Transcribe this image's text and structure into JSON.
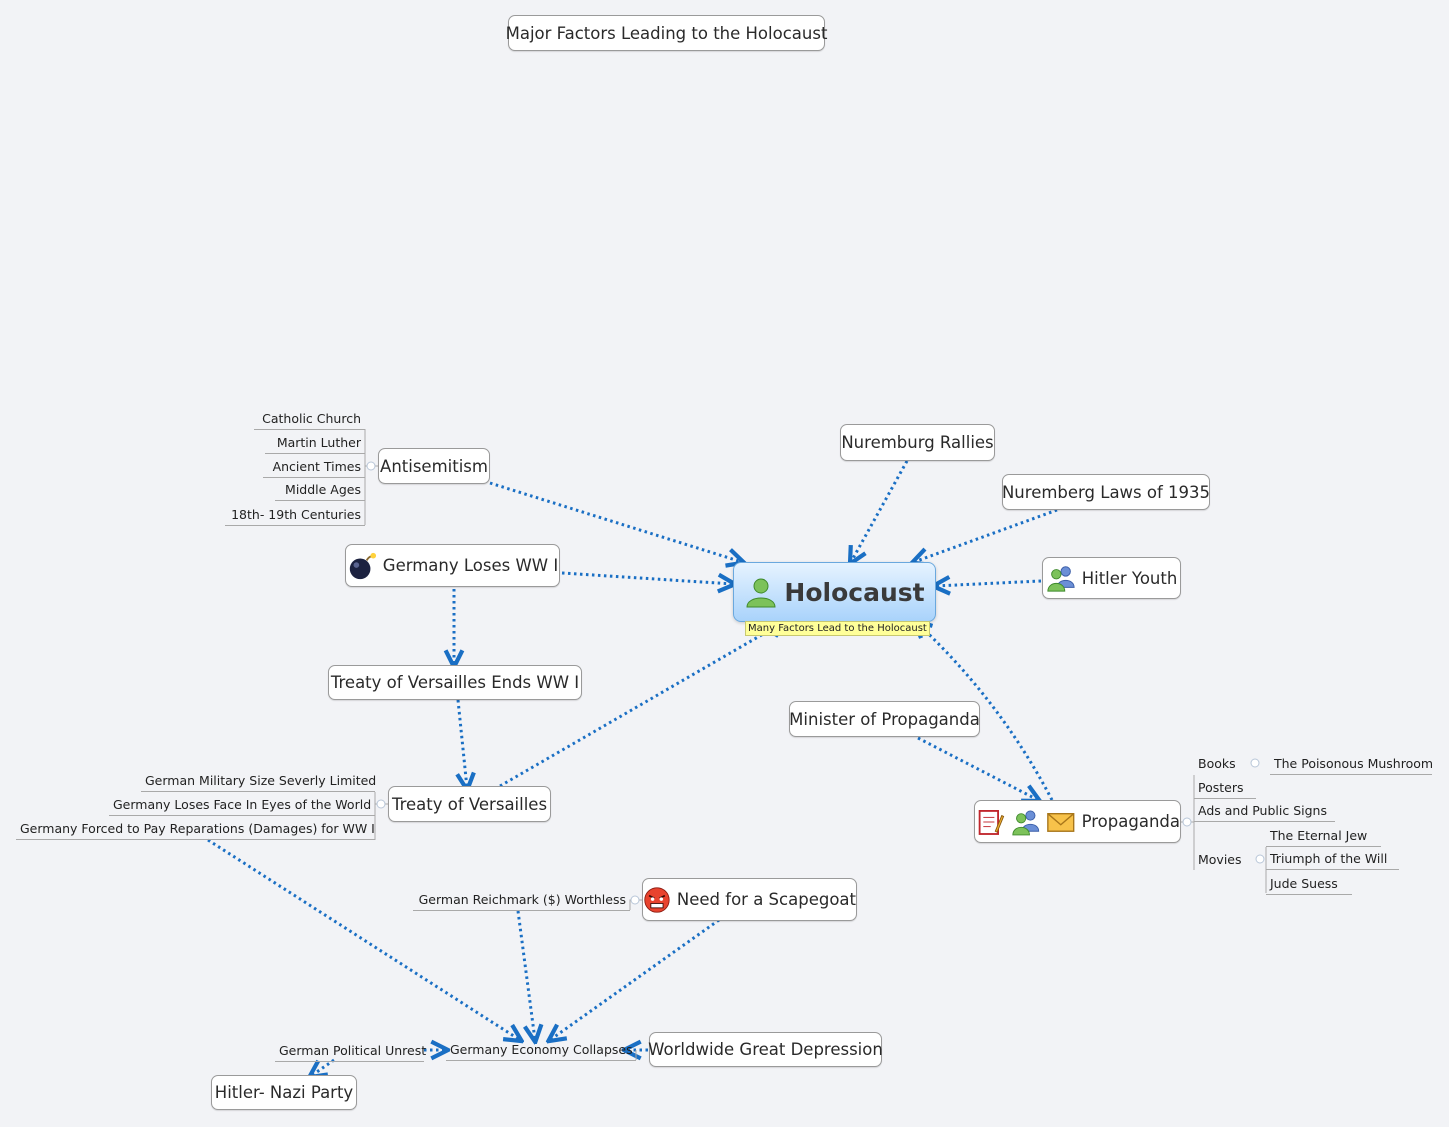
{
  "title": "Major Factors Leading to the Holocaust",
  "central": {
    "label": "Holocaust",
    "note": "Many Factors Lead to the Holocaust",
    "icon": "person-icon"
  },
  "topics": {
    "nuremburg_rallies": "Nuremburg Rallies",
    "nuremberg_laws": "Nuremberg Laws of 1935",
    "hitler_youth": "Hitler Youth",
    "antisemitism": "Antisemitism",
    "germany_loses": "Germany Loses WW I",
    "treaty_ends": "Treaty of Versailles Ends WW I",
    "treaty": "Treaty of Versailles",
    "minister": "Minister of Propaganda",
    "propaganda": "Propaganda",
    "scapegoat": "Need for a Scapegoat",
    "depression": "Worldwide Great Depression",
    "nazi": "Hitler- Nazi Party"
  },
  "antisemitism_items": [
    "Catholic Church",
    "Martin Luther",
    "Ancient Times",
    "Middle Ages",
    "18th- 19th Centuries"
  ],
  "treaty_items": [
    "German Military Size Severly Limited",
    "Germany Loses Face In Eyes of the World",
    "Germany Forced to Pay Reparations (Damages) for WW I"
  ],
  "propaganda_items": {
    "books": "Books",
    "book_title": "The Poisonous Mushroom",
    "posters": "Posters",
    "ads": "Ads and Public Signs",
    "movies": "Movies",
    "movie_titles": [
      "The Eternal Jew",
      "Triumph of the Will",
      "Jude Suess"
    ]
  },
  "economy": {
    "reichmark": "German Reichmark ($) Worthless",
    "collapses": "Germany Economy Collapses",
    "unrest": "German Political Unrest"
  },
  "colors": {
    "link": "#1a6fc4",
    "central_top": "#e6f3ff",
    "central_bottom": "#a9d3fb",
    "note": "#ffff99"
  }
}
